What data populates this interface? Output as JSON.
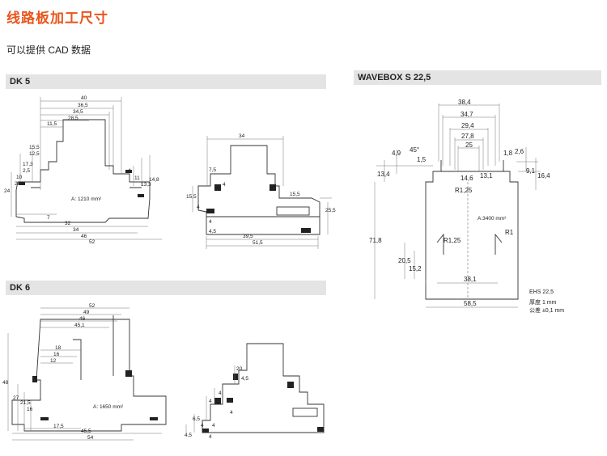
{
  "page": {
    "title": "线路板加工尺寸",
    "subtitle": "可以提供 CAD 数据"
  },
  "sections": {
    "dk5": {
      "label": "DK 5"
    },
    "dk6": {
      "label": "DK 6"
    },
    "wavebox": {
      "label": "WAVEBOX S 22,5"
    }
  },
  "dk5": {
    "area": "A: 1210 mm²",
    "dims": [
      "40",
      "36,5",
      "34,5",
      "28,5",
      "11,5",
      "15,5",
      "12,5",
      "17,3",
      "2,5",
      "10",
      "20",
      "24",
      "4",
      "11",
      "13,3",
      "14,8",
      "7",
      "32",
      "34",
      "46",
      "52"
    ],
    "side": [
      "34",
      "7,5",
      "4",
      "4",
      "15,5",
      "15,5",
      "25,5",
      "4",
      "4,5",
      "39,5",
      "51,5"
    ]
  },
  "dk6": {
    "area": "A: 1650 mm²",
    "dims": [
      "52",
      "49",
      "46",
      "45,1",
      "18",
      "16",
      "12",
      "48",
      "27",
      "21,5",
      "16",
      "17,5",
      "45,5",
      "54"
    ],
    "side": [
      "20",
      "4,5",
      "4",
      "4",
      "4",
      "6,5",
      "4",
      "4",
      "4,5",
      "4"
    ]
  },
  "wavebox": {
    "area": "A:3400 mm²",
    "dims": [
      "38,4",
      "34,7",
      "29,4",
      "27,8",
      "25",
      "4,9",
      "45°",
      "1,5",
      "13,4",
      "14,6",
      "13,1",
      "1,8",
      "2,6",
      "9,1",
      "16,4",
      "R1,25",
      "71,8",
      "R1,25",
      "R1",
      "20,5",
      "15,2",
      "38,1",
      "58,5"
    ],
    "notes": [
      "EHS 22,5",
      "厚度 1 mm",
      "公差 ±0,1 mm"
    ]
  }
}
